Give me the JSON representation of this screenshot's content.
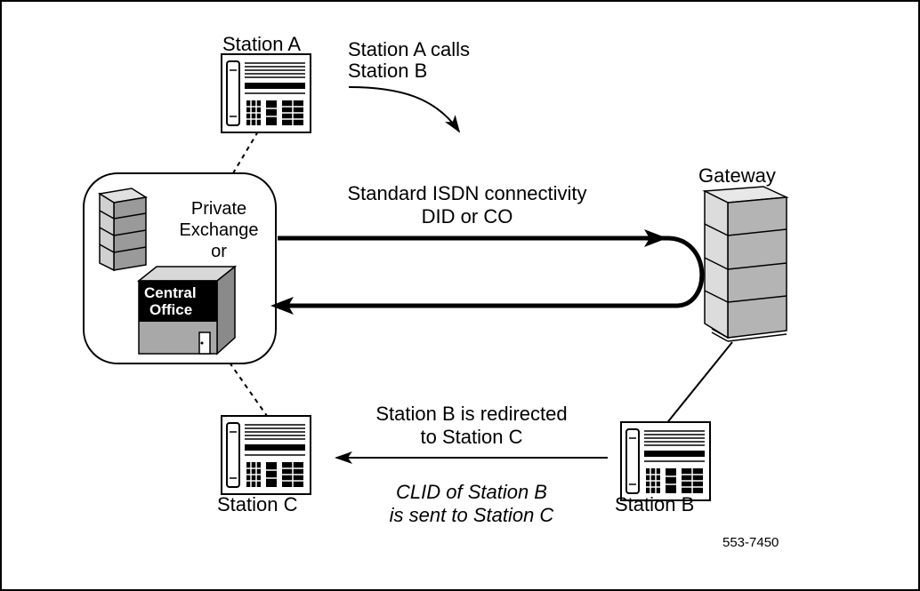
{
  "labels": {
    "station_a": "Station A",
    "station_b": "Station B",
    "station_c": "Station C",
    "gateway": "Gateway",
    "call_note_line1": "Station A calls",
    "call_note_line2": "Station B",
    "connectivity_line1": "Standard  ISDN connectivity",
    "connectivity_line2": "DID or CO",
    "exchange_line1": "Private",
    "exchange_line2": "Exchange",
    "exchange_line3": "or",
    "central_office_line1": "Central",
    "central_office_line2": "Office",
    "redirect_line1": "Station B is redirected",
    "redirect_line2": "to Station C",
    "clid_line1": "CLID of Station  B",
    "clid_line2": "is sent to Station C",
    "figure_id": "553-7450"
  },
  "icons": {
    "phone": "desk-telephone-icon",
    "cabinet": "equipment-cabinet-icon",
    "building": "central-office-building-icon"
  },
  "colors": {
    "line": "#000000",
    "background": "#ffffff",
    "cabinet_gray": "#c8c8c8",
    "building_gray": "#a0a0a0"
  }
}
